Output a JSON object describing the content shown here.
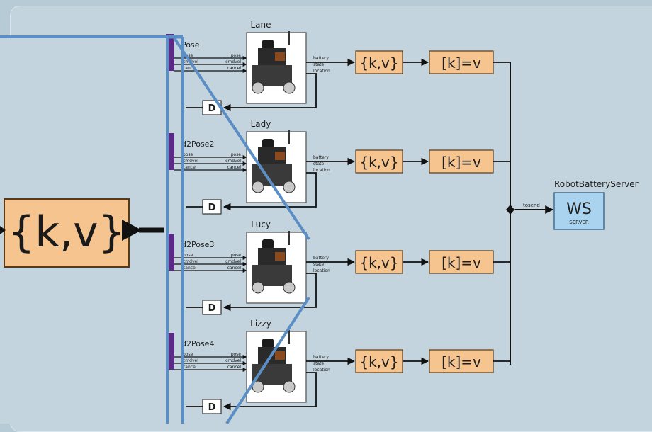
{
  "robots": [
    {
      "name": "Lane",
      "pose_label": "Pose"
    },
    {
      "name": "Lady",
      "pose_label": "d2Pose2"
    },
    {
      "name": "Lucy",
      "pose_label": "d2Pose3"
    },
    {
      "name": "Lizzy",
      "pose_label": "d2Pose4"
    }
  ],
  "ports": {
    "in_left": [
      "pose",
      "cmdvel",
      "cancel"
    ],
    "in_right": [
      "pose",
      "cmdvel",
      "cancel"
    ],
    "out": [
      "battery",
      "state",
      "location"
    ]
  },
  "blocks": {
    "kv": "{k,v}",
    "assign": "[k]=v",
    "delay": "D"
  },
  "server": {
    "title": "RobotBatteryServer",
    "main": "WS",
    "sub": "SERVER",
    "port": "tosend"
  },
  "zoom": {
    "kv": "{k,v}"
  },
  "colors": {
    "block_fill": "#f6c48f",
    "server_fill": "#a9d3ef",
    "zoom_fill": "#c3d4de",
    "zoom_border": "#5b8ec4",
    "port_purple": "#5a2a86"
  }
}
